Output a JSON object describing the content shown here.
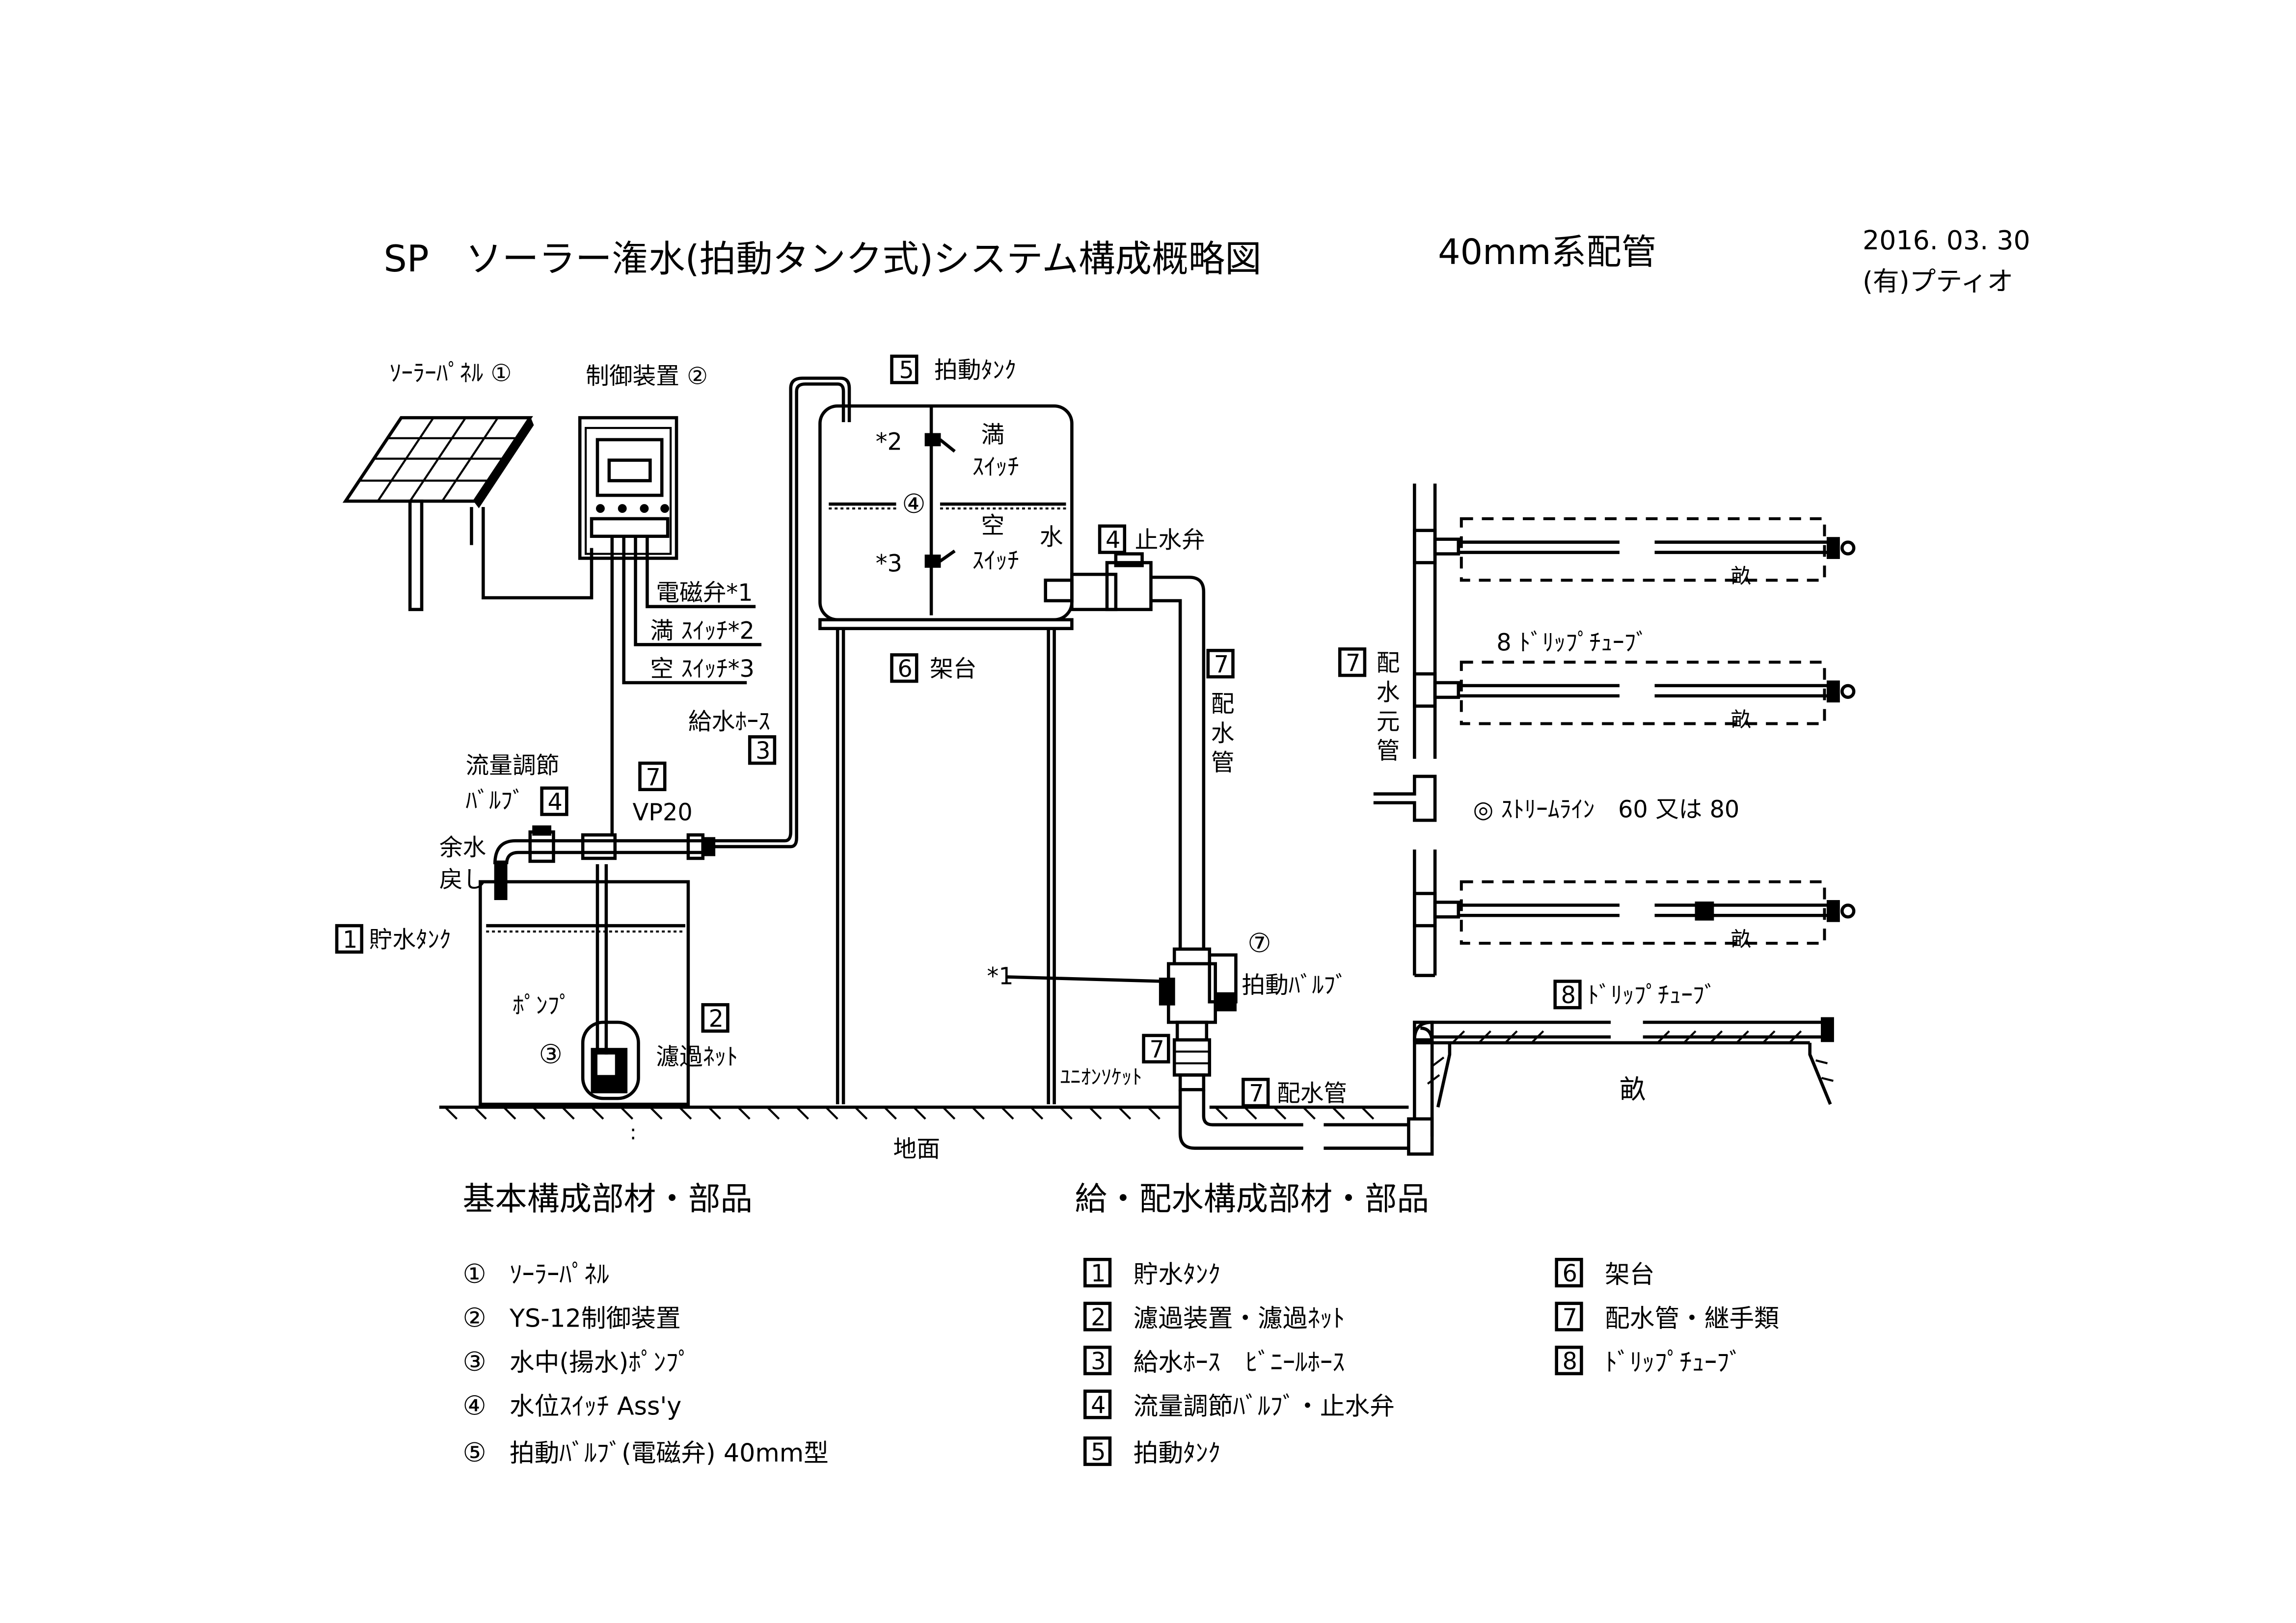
{
  "title": "SP　ソーラー潅水(拍動タンク式)システム構成概略図",
  "pipe_spec": "40mm系配管",
  "date": "2016. 03. 30",
  "company": "(有)プティオ",
  "labels": {
    "solar_panel": "ｿｰﾗｰﾊﾟﾈﾙ ①",
    "controller": "制御装置 ②",
    "pulse_tank": "拍動ﾀﾝｸ",
    "pulse_tank_num": "5",
    "full_switch": "満",
    "full_switch2": "ｽｲｯﾁ",
    "star2": "*2",
    "num4": "④",
    "empty": "空",
    "water": "水",
    "empty_switch": "ｽｲｯﾁ",
    "star3": "*3",
    "stop_valve": "止水弁",
    "stop_valve_num": "4",
    "solenoid": "電磁弁*1",
    "full_switch_line": "満 ｽｲｯﾁ*2",
    "empty_switch_line": "空 ｽｲｯﾁ*3",
    "stand": "架台",
    "stand_num": "6",
    "supply_hose": "給水ﾎｰｽ",
    "supply_hose_num": "3",
    "flow_valve_1": "流量調節",
    "flow_valve_2": "ﾊﾞﾙﾌﾞ",
    "flow_valve_num": "4",
    "pipe7_num": "7",
    "vp20": "VP20",
    "surplus_1": "余水",
    "surplus_2": "戻し",
    "storage_tank": "貯水ﾀﾝｸ",
    "storage_tank_num": "1",
    "pump": "ﾎﾟﾝﾌﾟ",
    "num3": "③",
    "filter_net": "濾過ﾈｯﾄ",
    "filter_num": "2",
    "dist_pipe_num": "7",
    "dist_pipe_v1": "配",
    "dist_pipe_v2": "水",
    "dist_pipe_v3": "管",
    "star1": "*1",
    "num7": "⑦",
    "pulse_valve": "拍動ﾊﾞﾙﾌﾞ",
    "union_num": "7",
    "union_socket": "ﾕﾆｵﾝｿｹｯﾄ",
    "bottom_pipe_num": "7",
    "bottom_pipe": "配水管",
    "ground": "地面",
    "colon": ":",
    "main_pipe_num": "7",
    "main_pipe_1": "配",
    "main_pipe_2": "水",
    "main_pipe_3": "元",
    "main_pipe_4": "管",
    "drip8": "8 ﾄﾞﾘｯﾌﾟﾁｭｰﾌﾞ",
    "ridge": "畝",
    "streamline": "◎ ｽﾄﾘｰﾑﾗｲﾝ　60 又は 80",
    "drip_tube_num": "8",
    "drip_tube": "ﾄﾞﾘｯﾌﾟﾁｭｰﾌﾞ",
    "ridge_big": "畝"
  },
  "basic_parts": {
    "heading": "基本構成部材・部品",
    "items": [
      {
        "num": "①",
        "text": "ｿｰﾗｰﾊﾟﾈﾙ"
      },
      {
        "num": "②",
        "text": "YS-12制御装置"
      },
      {
        "num": "③",
        "text": "水中(揚水)ﾎﾟﾝﾌﾟ"
      },
      {
        "num": "④",
        "text": "水位ｽｲｯﾁ Ass'y"
      },
      {
        "num": "⑤",
        "text": "拍動ﾊﾞﾙﾌﾞ(電磁弁) 40mm型"
      }
    ]
  },
  "supply_parts": {
    "heading": "給・配水構成部材・部品",
    "items": [
      {
        "num": "1",
        "text": "貯水ﾀﾝｸ"
      },
      {
        "num": "2",
        "text": "濾過装置・濾過ﾈｯﾄ"
      },
      {
        "num": "3",
        "text": "給水ﾎｰｽ　ﾋﾞﾆｰﾙﾎｰｽ"
      },
      {
        "num": "4",
        "text": "流量調節ﾊﾞﾙﾌﾞ・止水弁"
      },
      {
        "num": "5",
        "text": "拍動ﾀﾝｸ"
      },
      {
        "num": "6",
        "text": "架台"
      },
      {
        "num": "7",
        "text": "配水管・継手類"
      },
      {
        "num": "8",
        "text": "ﾄﾞﾘｯﾌﾟﾁｭｰﾌﾞ"
      }
    ]
  }
}
